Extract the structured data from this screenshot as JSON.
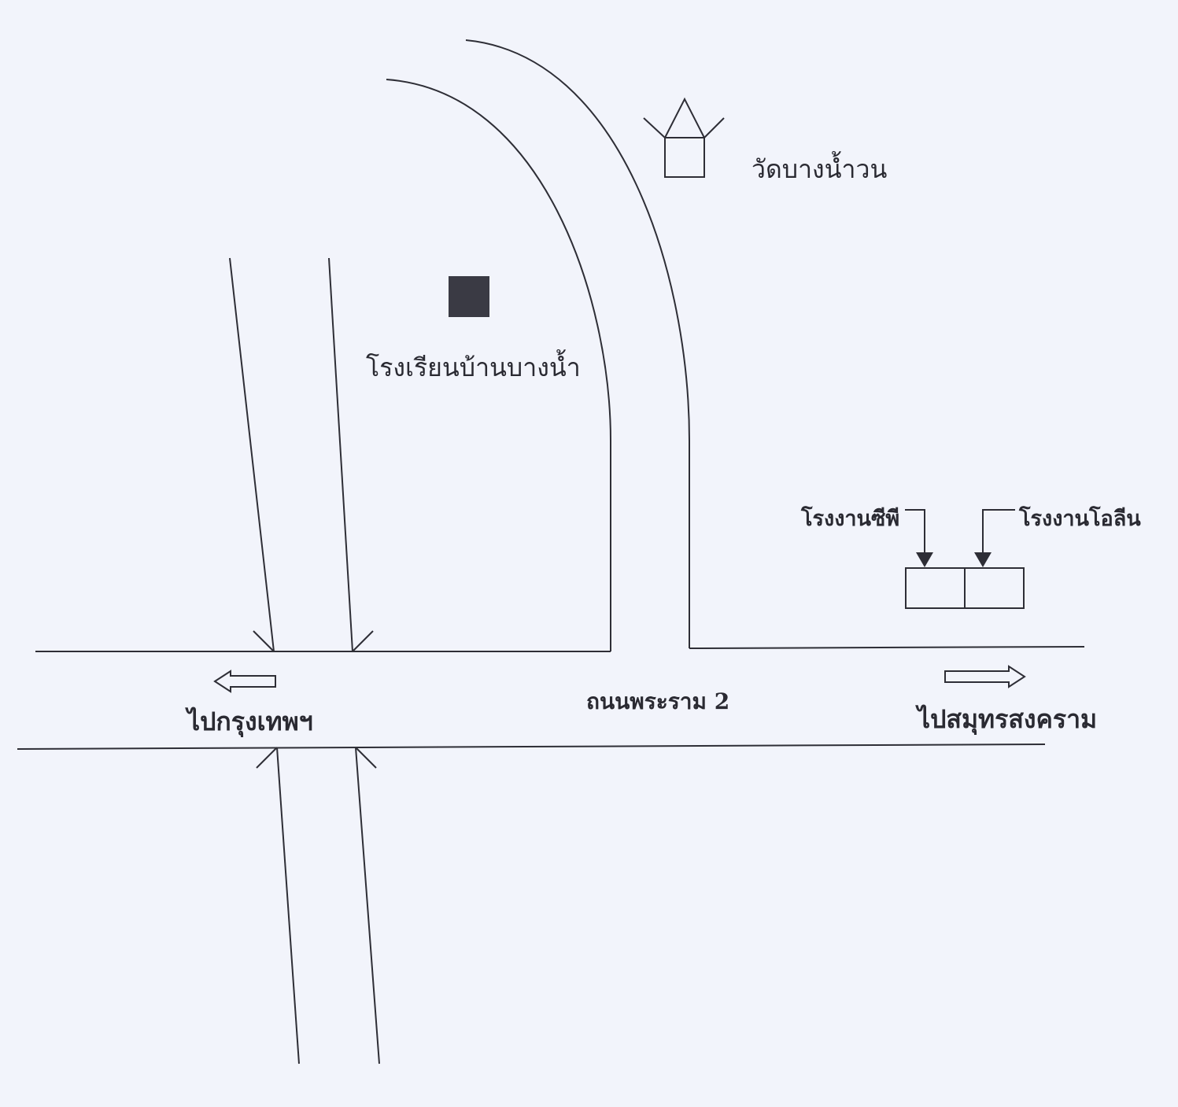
{
  "landmarks": {
    "temple": "วัดบางน้ำวน",
    "school": "โรงเรียนบ้านบางน้ำ",
    "factory_cp": "โรงงานซีพี",
    "factory_olene": "โรงงานโอลีน"
  },
  "roads": {
    "main_road": "ถนนพระราม 2",
    "to_bangkok": "ไปกรุงเทพฯ",
    "to_samut_songkhram": "ไปสมุทรสงคราม"
  },
  "colors": {
    "background": "#f2f4fb",
    "ink": "#2e2e36",
    "school_marker": "#3a3a44"
  }
}
